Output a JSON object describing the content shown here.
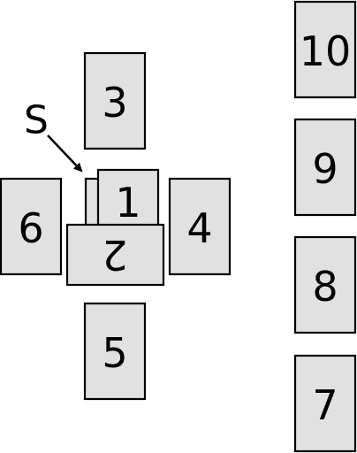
{
  "diagram": {
    "cards": [
      {
        "label": "1"
      },
      {
        "label": "2"
      },
      {
        "label": "3"
      },
      {
        "label": "4"
      },
      {
        "label": "5"
      },
      {
        "label": "6"
      },
      {
        "label": "7"
      },
      {
        "label": "8"
      },
      {
        "label": "9"
      },
      {
        "label": "10"
      }
    ],
    "significator": {
      "label": "S"
    },
    "colors": {
      "card_fill": "#e1e1e1",
      "card_stroke": "#000000",
      "text": "#000000"
    }
  }
}
